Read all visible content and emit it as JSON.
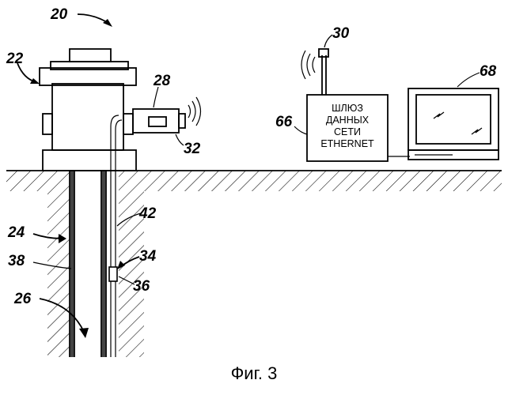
{
  "figure": {
    "caption": "Фиг. 3",
    "gateway_box": {
      "lines": [
        "ШЛЮЗ",
        "ДАННЫХ",
        "СЕТИ",
        "ETHERNET"
      ]
    },
    "reference_numerals": {
      "n20": "20",
      "n22": "22",
      "n28": "28",
      "n32": "32",
      "n30": "30",
      "n66": "66",
      "n68": "68",
      "n42": "42",
      "n34": "34",
      "n36": "36",
      "n24": "24",
      "n38": "38",
      "n26": "26"
    }
  }
}
